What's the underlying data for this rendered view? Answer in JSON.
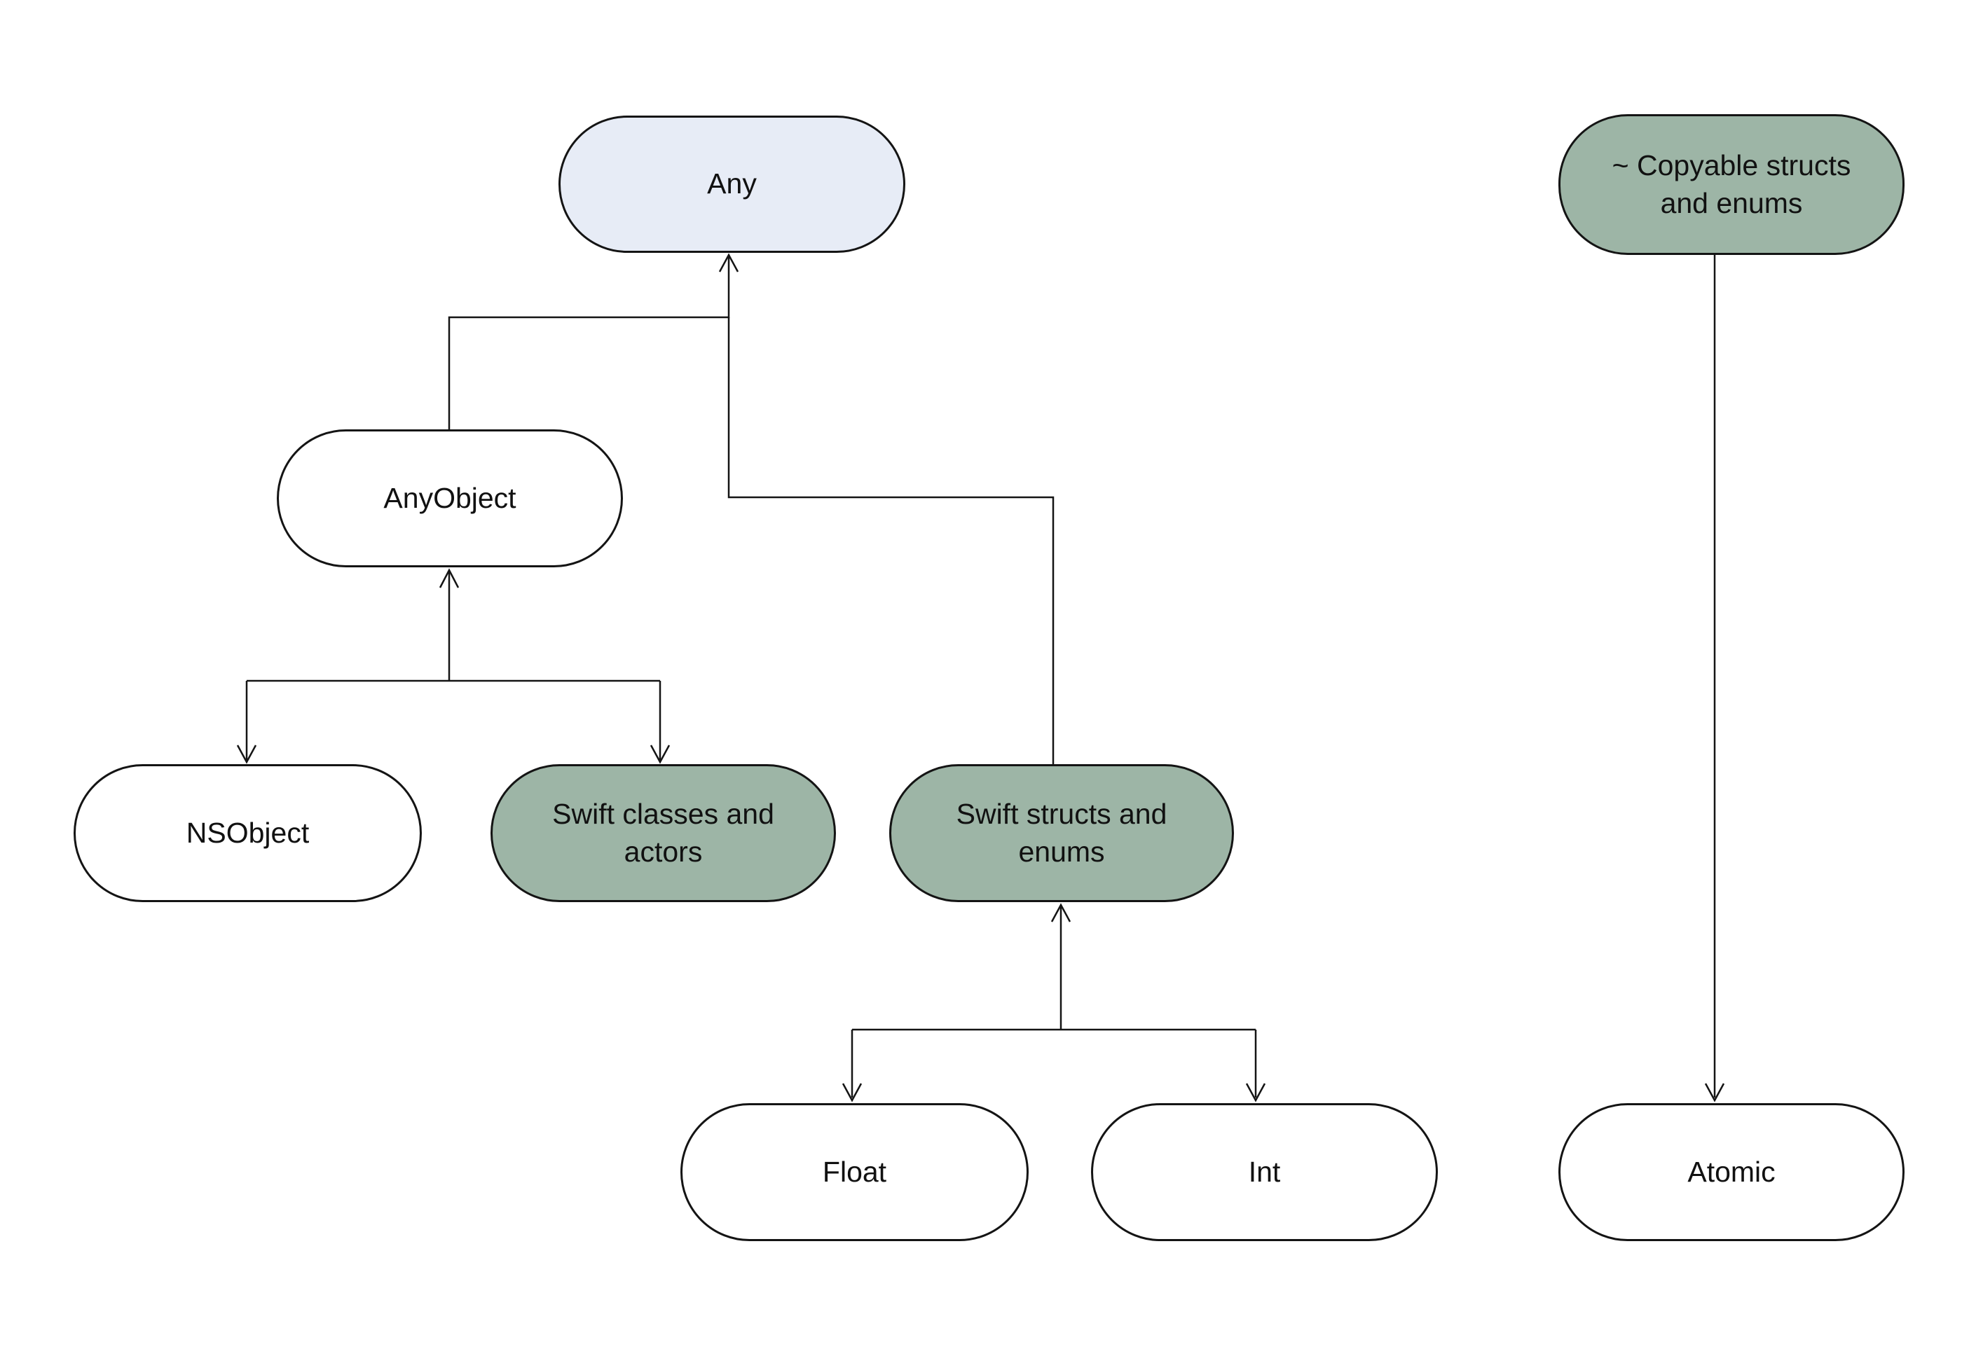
{
  "diagram": {
    "description": "Swift type hierarchy diagram",
    "colors": {
      "background": "#ffffff",
      "stroke": "#141414",
      "text": "#111111",
      "fill_white": "#ffffff",
      "fill_blue": "#e7ecf6",
      "fill_green": "#9db5a6"
    },
    "nodes": {
      "any": {
        "label": "Any",
        "fill_hex": "#e7ecf6"
      },
      "copyable": {
        "label": "~ Copyable structs and enums",
        "fill_hex": "#9db5a6"
      },
      "anyobject": {
        "label": "AnyObject",
        "fill_hex": "#ffffff"
      },
      "nsobject": {
        "label": "NSObject",
        "fill_hex": "#ffffff"
      },
      "swift_classes": {
        "label": "Swift classes and actors",
        "fill_hex": "#9db5a6"
      },
      "swift_structs": {
        "label": "Swift structs and enums",
        "fill_hex": "#9db5a6"
      },
      "float": {
        "label": "Float",
        "fill_hex": "#ffffff"
      },
      "int": {
        "label": "Int",
        "fill_hex": "#ffffff"
      },
      "atomic": {
        "label": "Atomic",
        "fill_hex": "#ffffff"
      }
    },
    "edges": [
      {
        "from": "anyobject",
        "to": "any",
        "arrowheads": [
          "up-into-any-bottom"
        ]
      },
      {
        "from": "swift_structs",
        "to": "any",
        "arrowheads": [
          "up-into-any-bottom"
        ]
      },
      {
        "from": "anyobject",
        "to": "nsobject",
        "arrowheads": [
          "up-into-anyobject-bottom",
          "down-into-nsobject-top"
        ]
      },
      {
        "from": "anyobject",
        "to": "swift_classes",
        "arrowheads": [
          "up-into-anyobject-bottom",
          "down-into-swift-classes-top"
        ]
      },
      {
        "from": "swift_structs",
        "to": "float",
        "arrowheads": [
          "up-into-swift-structs-bottom",
          "down-into-float-top"
        ]
      },
      {
        "from": "swift_structs",
        "to": "int",
        "arrowheads": [
          "up-into-swift-structs-bottom",
          "down-into-int-top"
        ]
      },
      {
        "from": "copyable",
        "to": "atomic",
        "arrowheads": [
          "down-into-atomic-top"
        ]
      }
    ]
  }
}
